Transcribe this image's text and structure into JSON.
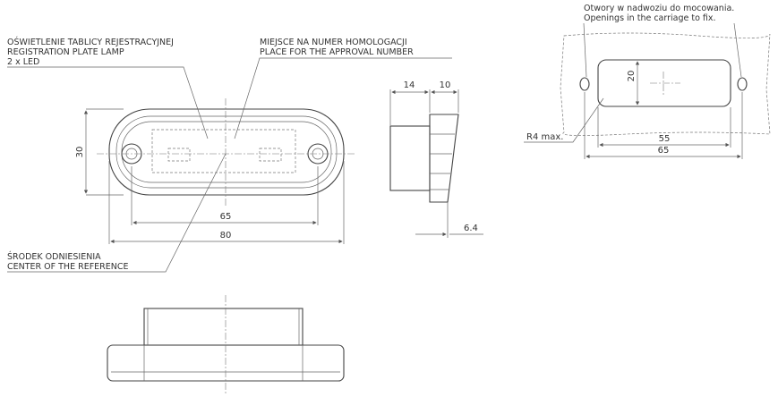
{
  "labels": {
    "lamp_pl": "OŚWIETLENIE TABLICY REJESTRACYJNEJ",
    "lamp_en": "REGISTRATION PLATE LAMP",
    "lamp_led": "2 x LED",
    "approval_pl": "MIEJSCE NA NUMER HOMOLOGACJI",
    "approval_en": "PLACE FOR THE APPROVAL NUMBER",
    "reference_pl": "ŚRODEK ODNIESIENIA",
    "reference_en": "CENTER OF THE REFERENCE",
    "openings_pl": "Otwory w nadwoziu do mocowania.",
    "openings_en": "Openings in the carriage to fix.",
    "radius": "R4 max."
  },
  "dimensions": {
    "front_height": "30",
    "hole_spacing": "65",
    "overall_length": "80",
    "side_depth_base": "14",
    "side_depth_top": "10",
    "side_offset": "6.4",
    "cutout_height": "20",
    "cutout_width": "55",
    "holes_spacing": "65"
  }
}
